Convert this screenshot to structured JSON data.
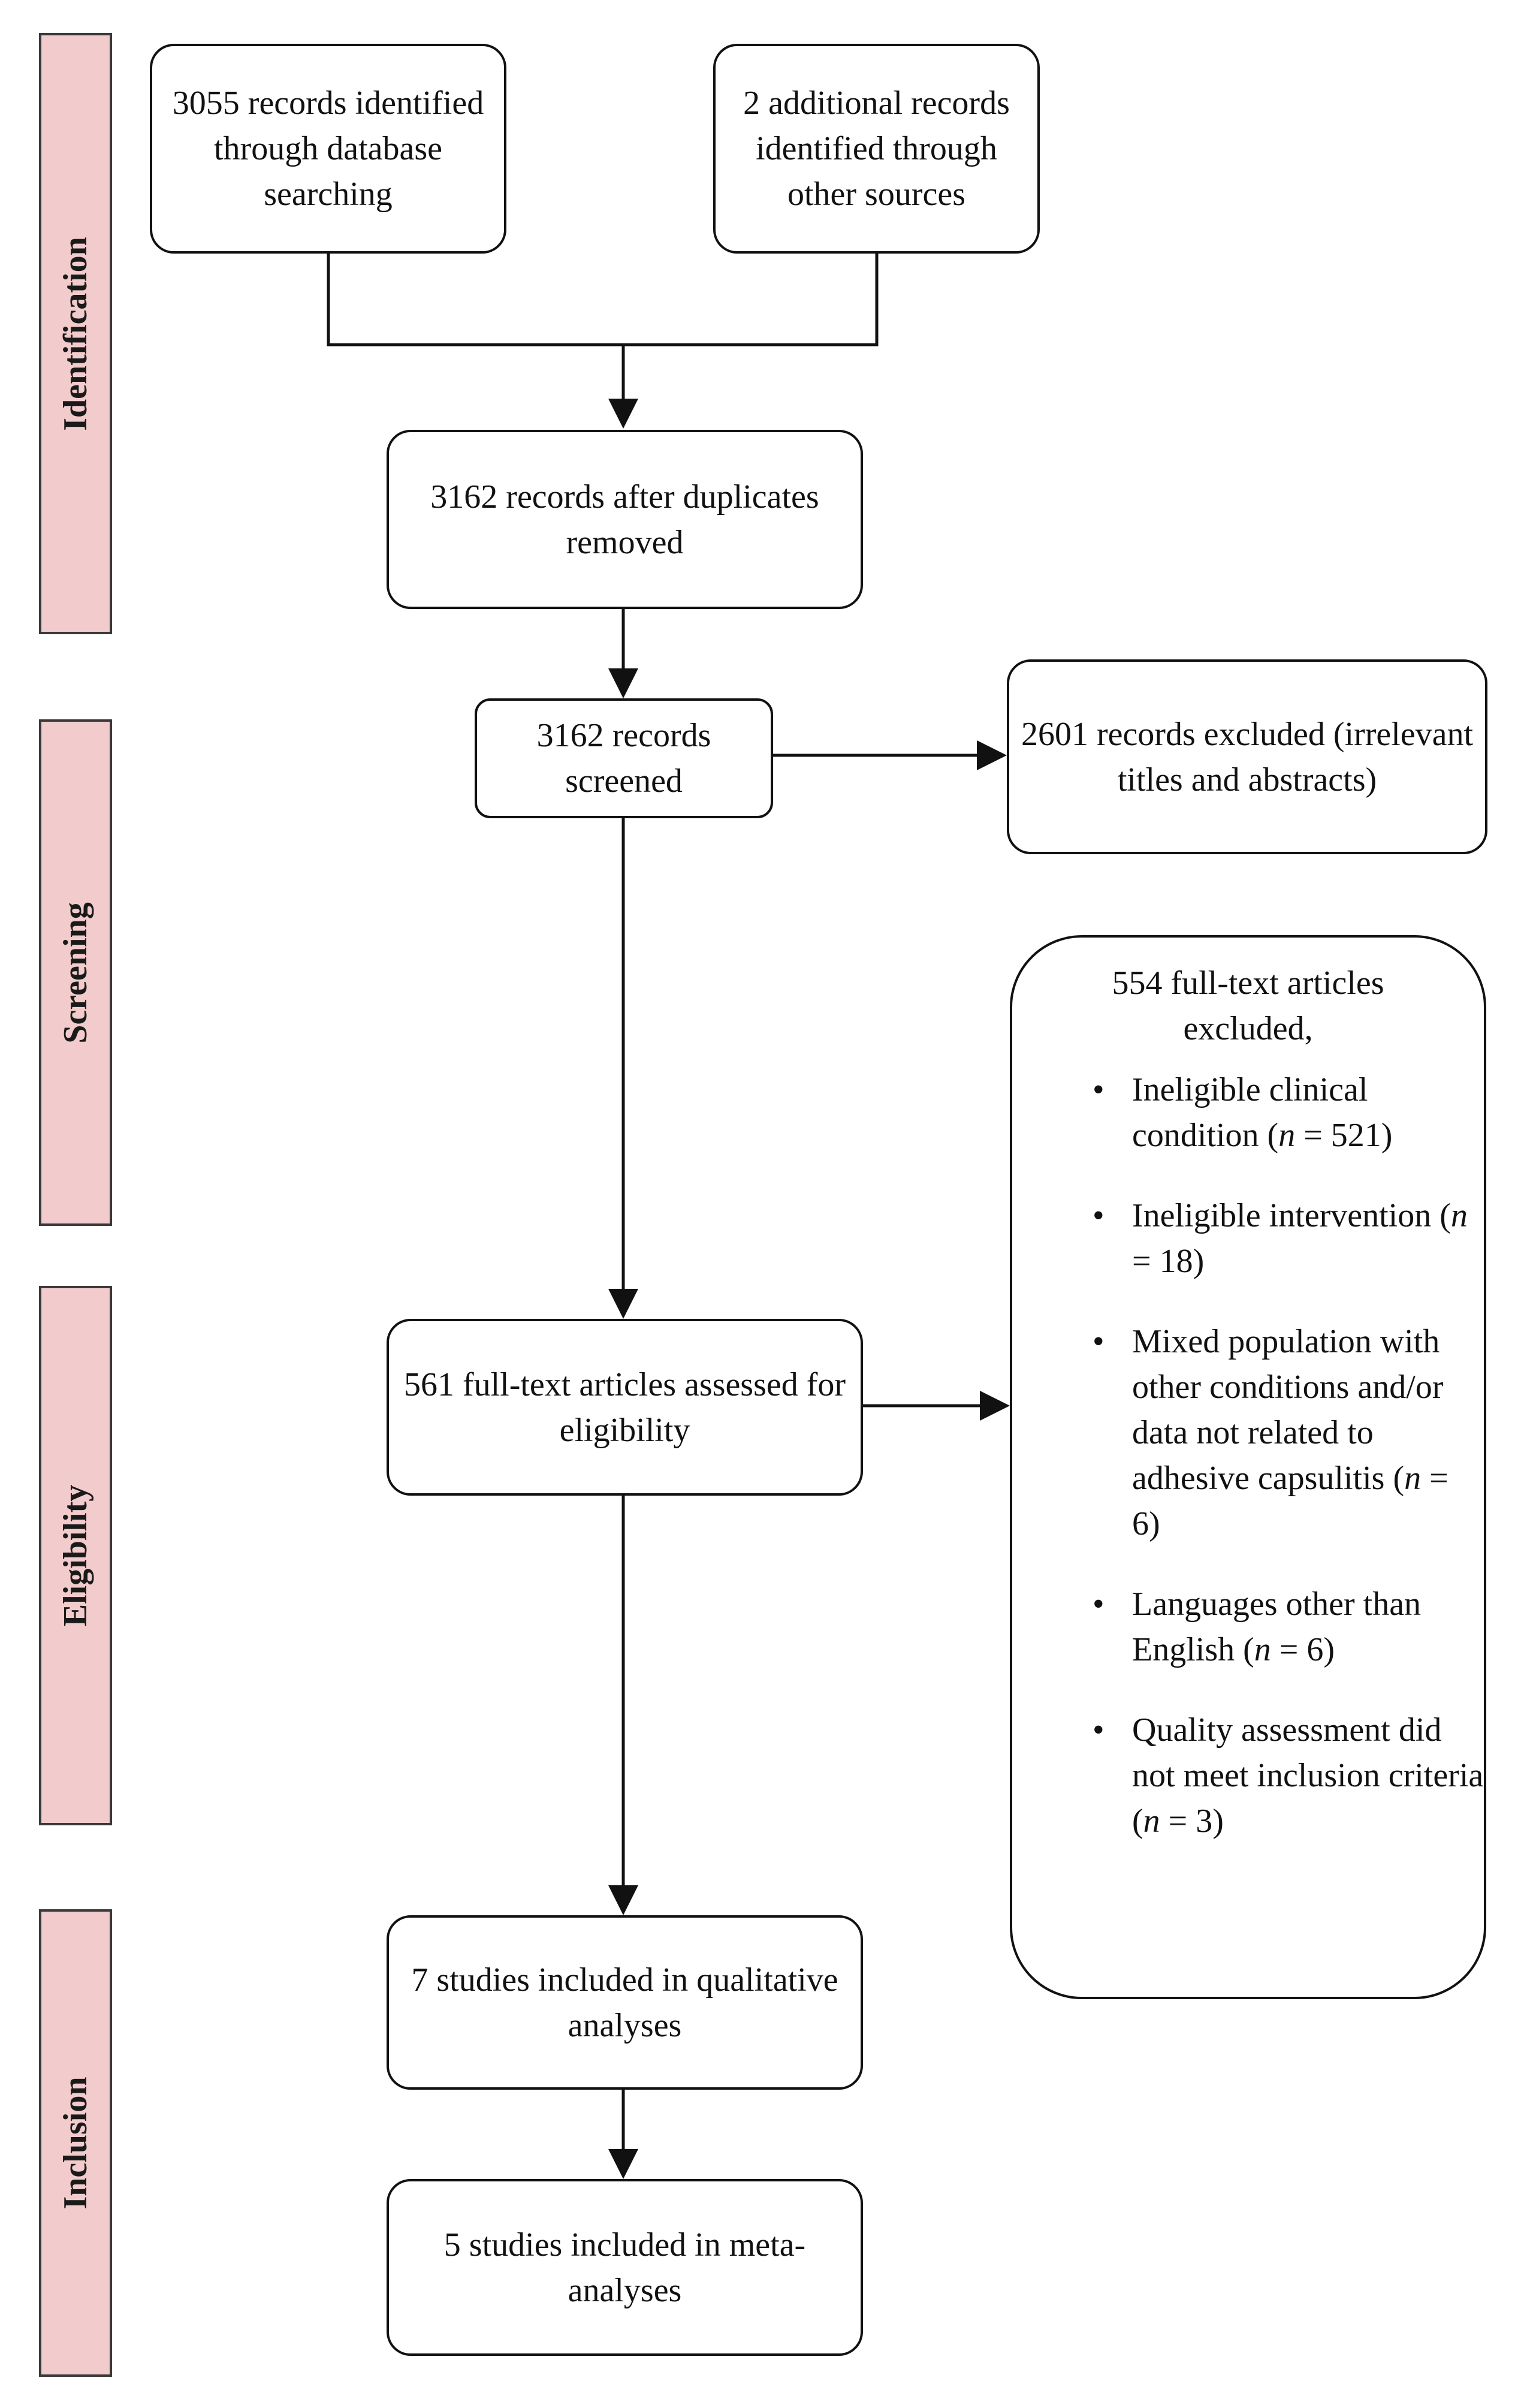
{
  "phases": {
    "identification": "Identification",
    "screening": "Screening",
    "eligibility": "Eligibility",
    "inclusion": "Inclusion"
  },
  "boxes": {
    "database_records": "3055 records identified through database searching",
    "other_sources": "2 additional records identified through other sources",
    "after_duplicates": "3162 records after duplicates removed",
    "screened": "3162 records screened",
    "excluded_screening": "2601 records excluded (irrelevant titles and abstracts)",
    "assessed_eligibility": "561 full-text articles assessed for eligibility",
    "qualitative": "7 studies included in qualitative analyses",
    "meta_analyses": "5 studies included in meta-analyses"
  },
  "fulltext_exclusions": {
    "heading": "554 full-text articles excluded,",
    "bullet": "•",
    "reasons": [
      {
        "label": "Ineligible clinical condition",
        "n_symbol": "n",
        "count": "= 521"
      },
      {
        "label": "Ineligible intervention",
        "n_symbol": "n",
        "count": "= 18"
      },
      {
        "label": "Mixed population with other conditions and/or data not related to adhesive capsulitis",
        "n_symbol": "n",
        "count": "= 6"
      },
      {
        "label": "Languages other than English",
        "n_symbol": "n",
        "count": "= 6"
      },
      {
        "label": "Quality assessment did not meet inclusion criteria",
        "n_symbol": "n",
        "count": "= 3"
      }
    ]
  }
}
